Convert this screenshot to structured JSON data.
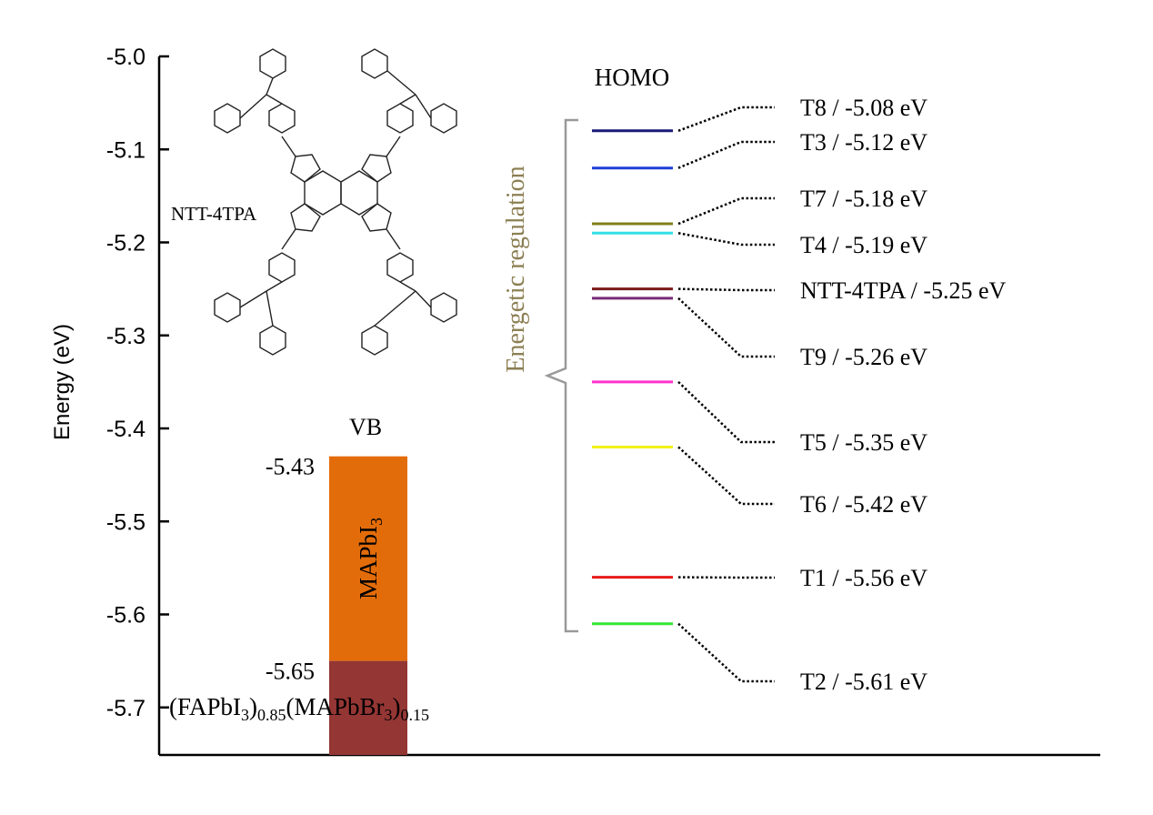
{
  "chart_data": {
    "type": "energy-level-diagram",
    "ylabel": "Energy (eV)",
    "ylim": [
      -5.75,
      -5.0
    ],
    "yticks": [
      "-5.0",
      "-5.1",
      "-5.2",
      "-5.3",
      "-5.4",
      "-5.5",
      "-5.6",
      "-5.7"
    ],
    "yticks_values": [
      -5.0,
      -5.1,
      -5.2,
      -5.3,
      -5.4,
      -5.5,
      -5.6,
      -5.7
    ],
    "vb": {
      "title": "VB",
      "bands": [
        {
          "name": "MAPbI3",
          "top": -5.43,
          "top_label": "-5.43",
          "color": "#e36c0a"
        },
        {
          "name": "(FAPbI3)0.85(MAPbBr3)0.15",
          "top": -5.65,
          "top_label": "-5.65",
          "color": "#943634"
        }
      ]
    },
    "molecule_label": "NTT-4TPA",
    "homo_title": "HOMO",
    "bracket_label": "Energetic regulation",
    "homo_levels": [
      {
        "name": "T8",
        "value": -5.08,
        "label": "T8 / -5.08 eV",
        "color": "#1a1a7a"
      },
      {
        "name": "T3",
        "value": -5.12,
        "label": "T3 / -5.12 eV",
        "color": "#1f3fd6"
      },
      {
        "name": "T7",
        "value": -5.18,
        "label": "T7 / -5.18 eV",
        "color": "#7f7f1a"
      },
      {
        "name": "T4",
        "value": -5.19,
        "label": "T4 / -5.19 eV",
        "color": "#33e0e6"
      },
      {
        "name": "NTT-4TPA",
        "value": -5.25,
        "label": "NTT-4TPA / -5.25 eV",
        "color": "#7a1a1a"
      },
      {
        "name": "T9",
        "value": -5.26,
        "label": "T9 / -5.26 eV",
        "color": "#7a2a7a"
      },
      {
        "name": "T5",
        "value": -5.35,
        "label": "T5 / -5.35 eV",
        "color": "#ff33cc"
      },
      {
        "name": "T6",
        "value": -5.42,
        "label": "T6 / -5.42 eV",
        "color": "#f2f21a"
      },
      {
        "name": "T1",
        "value": -5.56,
        "label": "T1 / -5.56 eV",
        "color": "#e61a1a"
      },
      {
        "name": "T2",
        "value": -5.61,
        "label": "T2 / -5.61 eV",
        "color": "#33e633"
      }
    ]
  }
}
